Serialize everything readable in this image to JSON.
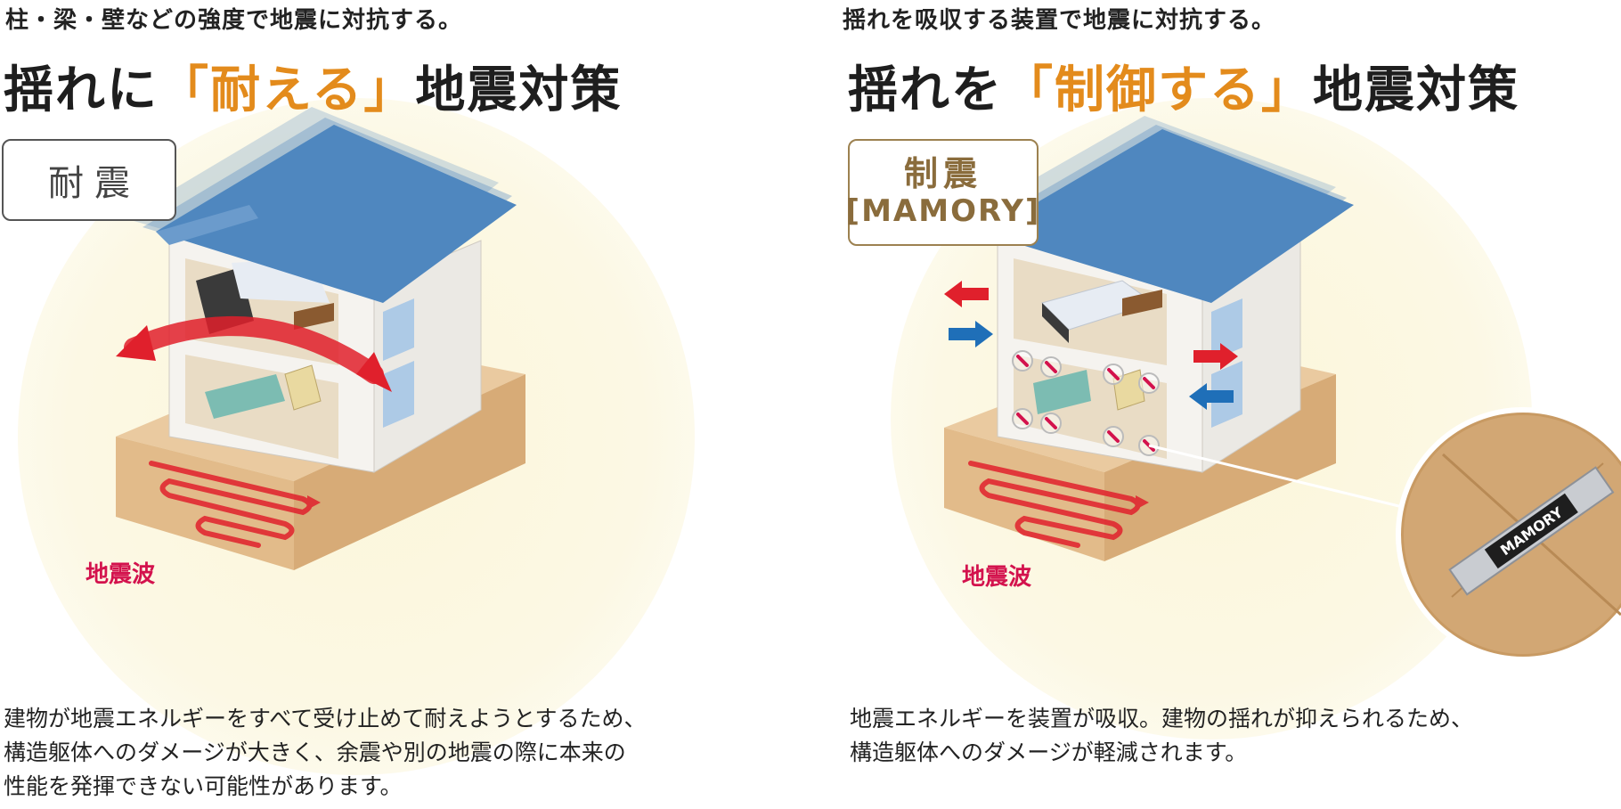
{
  "left": {
    "subtitle": "柱・梁・壁などの強度で地震に対抗する。",
    "title_pre": "揺れに",
    "title_accent": "「耐える」",
    "title_post": "地震対策",
    "badge": "耐震",
    "wave_label": "地震波",
    "description": [
      "建物が地震エネルギーをすべて受け止めて耐えようとするため、",
      "構造躯体へのダメージが大きく、余震や別の地震の際に本来の",
      "性能を発揮できない可能性があります。"
    ]
  },
  "right": {
    "subtitle": "揺れを吸収する装置で地震に対抗する。",
    "title_pre": "揺れを",
    "title_accent": "「制御する」",
    "title_post": "地震対策",
    "badge": "制震",
    "badge_sub": "[MAMORY]",
    "wave_label": "地震波",
    "device_label": "MAMORY",
    "description": [
      "地震エネルギーを装置が吸収。建物の揺れが抑えられるため、",
      "構造躯体へのダメージが軽減されます。"
    ]
  },
  "colors": {
    "accent_orange": "#e38b1c",
    "wave_red": "#d3124d",
    "roof_blue": "#4f87bf",
    "ground_tan": "#e2bb8a",
    "arrow_red": "#e0202c",
    "arrow_blue": "#1f6fb8",
    "badge_brown": "#8a6c3c"
  }
}
